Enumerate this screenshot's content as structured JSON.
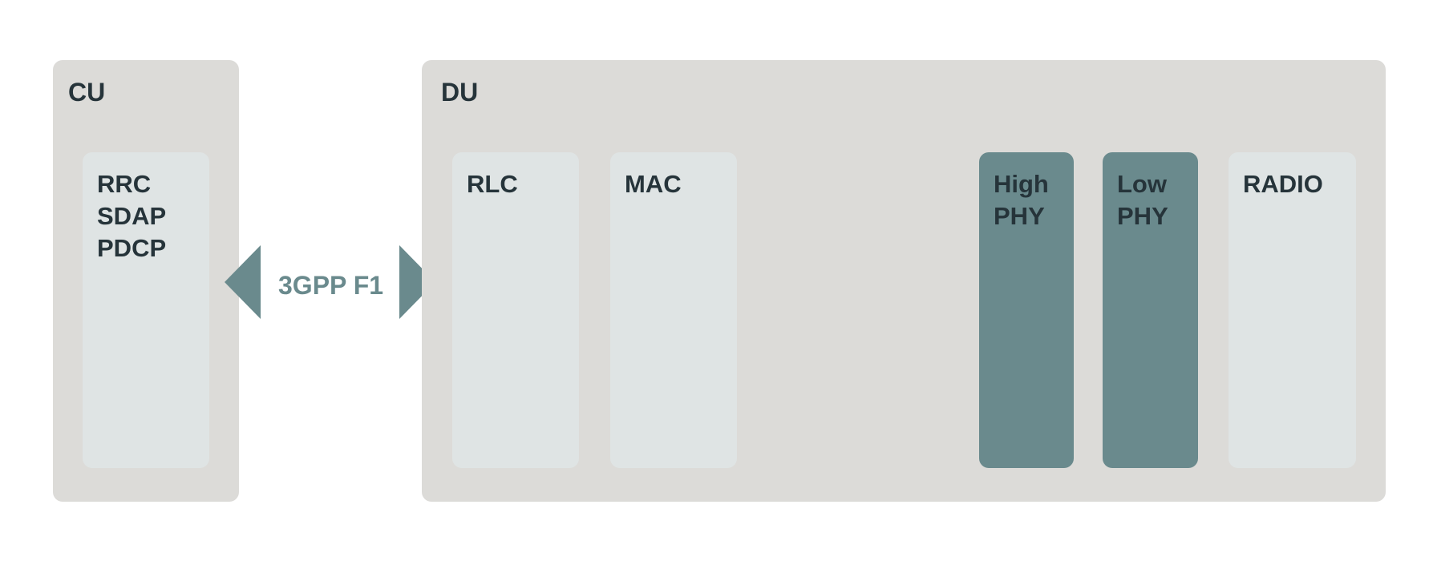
{
  "colors": {
    "panel": "#dcdbd8",
    "light_block": "#dfe4e4",
    "dark_block": "#6a8a8d",
    "text": "#26343a",
    "accent": "#6a8a8d"
  },
  "cu": {
    "title": "CU",
    "block": {
      "lines": [
        "RRC",
        "SDAP",
        "PDCP"
      ]
    }
  },
  "interface": {
    "label": "3GPP F1"
  },
  "du": {
    "title": "DU",
    "blocks": [
      {
        "lines": [
          "RLC"
        ],
        "style": "light"
      },
      {
        "lines": [
          "MAC"
        ],
        "style": "light"
      },
      {
        "lines": [
          "High",
          "PHY"
        ],
        "style": "dark"
      },
      {
        "lines": [
          "Low",
          "PHY"
        ],
        "style": "dark"
      },
      {
        "lines": [
          "RADIO"
        ],
        "style": "light"
      }
    ]
  }
}
